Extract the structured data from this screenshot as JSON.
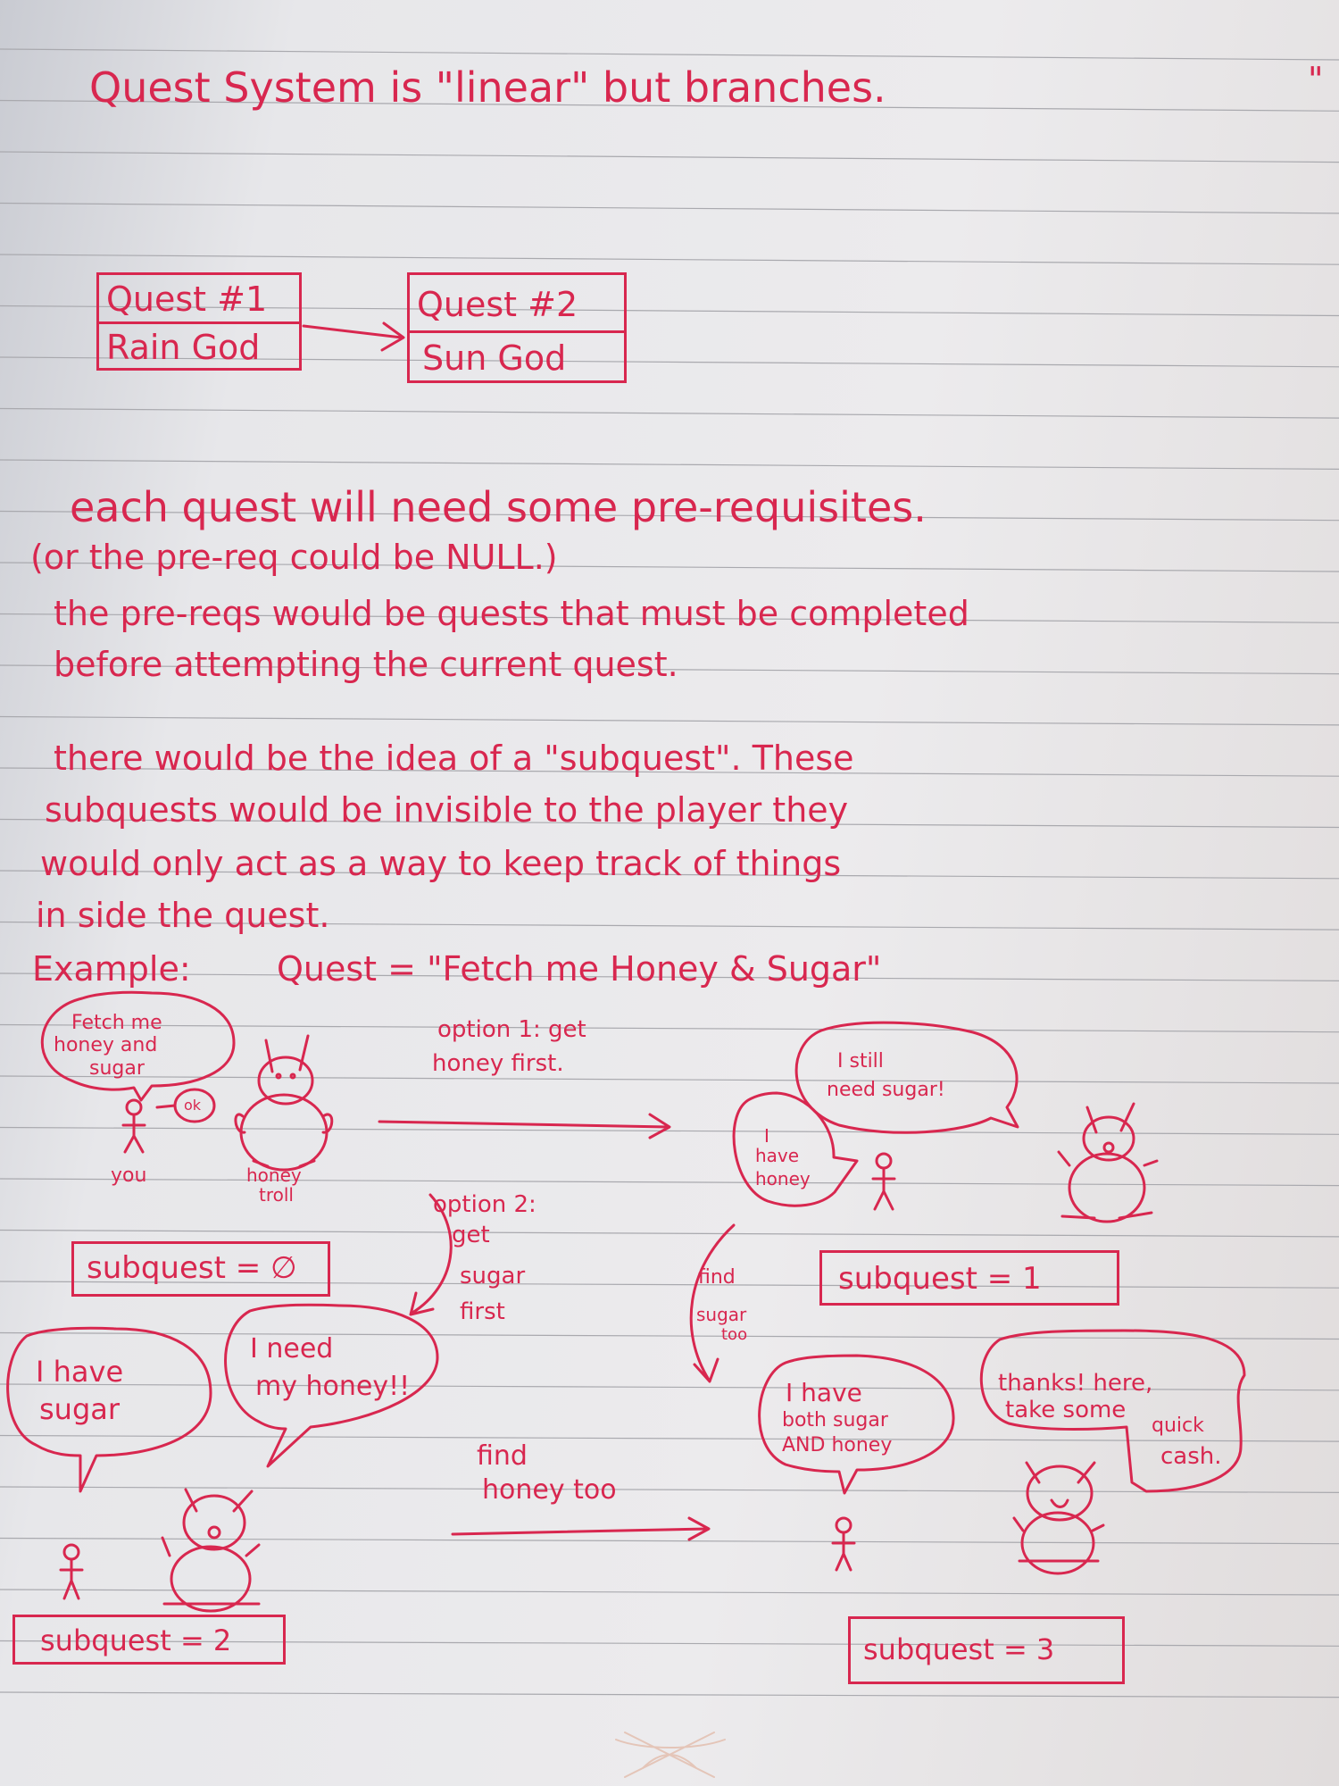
{
  "page": {
    "ink_color": "#d8274f",
    "paper_color": "#ebeaec"
  },
  "heading": "Quest System is \"linear\" but branches.",
  "quest_boxes": [
    {
      "number": "Quest #1",
      "name": "Rain God"
    },
    {
      "number": "Quest #2",
      "name": "Sun God"
    }
  ],
  "paragraph1": [
    "each quest will need some pre-requisites.",
    "(or the pre-req could be NULL.)",
    "the pre-reqs would be quests that must be completed",
    "before attempting the current quest."
  ],
  "paragraph2": [
    "there would be the idea of a \"subquest\". These",
    "subquests would be invisible to the player they",
    "would only act as a way to keep track of things",
    "in side the quest."
  ],
  "example_label": "Example:",
  "example_quest": "Quest = \"Fetch me Honey & Sugar\"",
  "scene1": {
    "troll_speech": [
      "Fetch me",
      "honey and",
      "sugar"
    ],
    "you_reply": "ok",
    "you_label": "you",
    "troll_label": [
      "honey",
      "troll"
    ],
    "subquest": "subquest = ∅"
  },
  "option1": [
    "option 1: get",
    "honey first."
  ],
  "scene_top_right": {
    "troll_speech": [
      "I still",
      "need sugar!"
    ],
    "you_speech": [
      "I",
      "have",
      "honey"
    ],
    "subquest": "subquest = 1"
  },
  "option2": [
    "option 2:",
    "get",
    "sugar",
    "first"
  ],
  "find_sugar": [
    "find",
    "sugar",
    "too"
  ],
  "scene_bottom_left": {
    "you_speech": [
      "I have",
      "sugar"
    ],
    "troll_speech": [
      "I need",
      "my honey!!"
    ],
    "subquest": "subquest = 2"
  },
  "find_honey": [
    "find",
    "honey too"
  ],
  "scene_bottom_right": {
    "you_speech": [
      "I have",
      "both sugar",
      "AND honey"
    ],
    "troll_speech": [
      "thanks! here,",
      "take some",
      "quick",
      "cash."
    ],
    "subquest": "subquest = 3"
  },
  "corner_mark": "\""
}
